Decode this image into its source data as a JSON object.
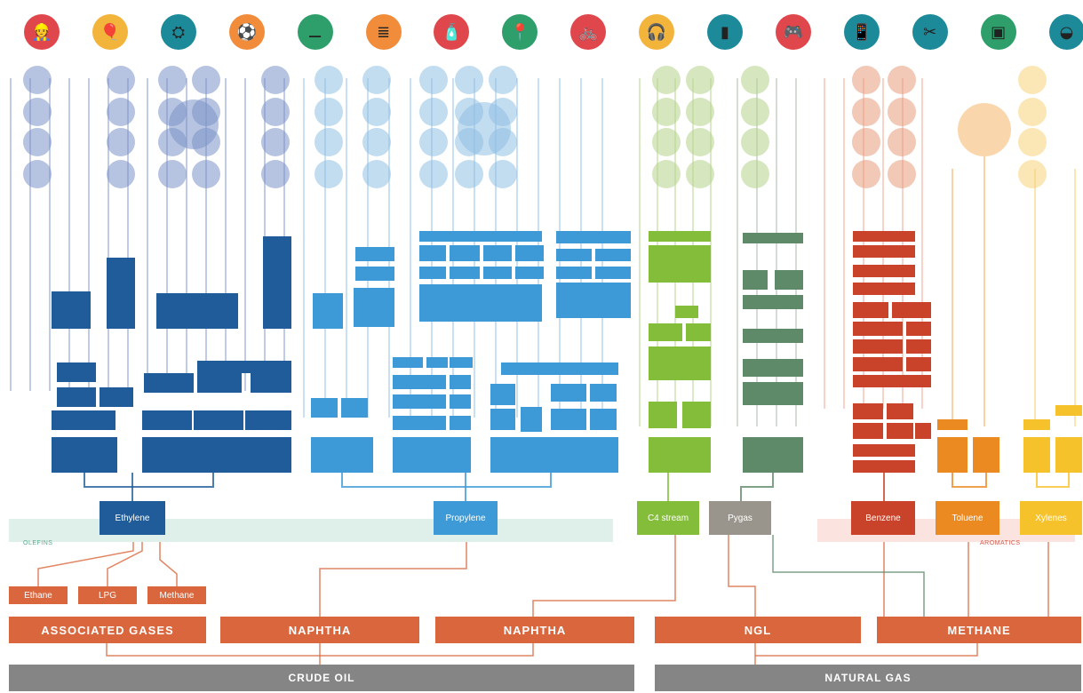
{
  "top_icons": [
    {
      "name": "worker-helmet-icon",
      "glyph": "👷",
      "bg": "#e0474c"
    },
    {
      "name": "balloons-icon",
      "glyph": "🎈",
      "bg": "#f3b43c"
    },
    {
      "name": "tires-icon",
      "glyph": "⛭",
      "bg": "#1d8a99"
    },
    {
      "name": "ball-icon",
      "glyph": "⚽",
      "bg": "#f08c3a"
    },
    {
      "name": "cable-icon",
      "glyph": "⚊",
      "bg": "#2e9e6a"
    },
    {
      "name": "stack-icon",
      "glyph": "≣",
      "bg": "#f08c3a"
    },
    {
      "name": "bottle-icon",
      "glyph": "🧴",
      "bg": "#e0474c"
    },
    {
      "name": "pin-icon",
      "glyph": "📍",
      "bg": "#2e9e6a"
    },
    {
      "name": "bicycle-icon",
      "glyph": "🚲",
      "bg": "#e0474c"
    },
    {
      "name": "headphones-icon",
      "glyph": "🎧",
      "bg": "#f3b43c"
    },
    {
      "name": "spray-icon",
      "glyph": "▮",
      "bg": "#1d8a99"
    },
    {
      "name": "gamepad-icon",
      "glyph": "🎮",
      "bg": "#e0474c"
    },
    {
      "name": "phone-icon",
      "glyph": "📱",
      "bg": "#1d8a99"
    },
    {
      "name": "tools-icon",
      "glyph": "✂",
      "bg": "#1d8a99"
    },
    {
      "name": "jar-icon",
      "glyph": "▣",
      "bg": "#2e9e6a"
    },
    {
      "name": "pot-icon",
      "glyph": "◒",
      "bg": "#1d8a99"
    }
  ],
  "hubs": {
    "ethylene": "Ethylene",
    "propylene": "Propylene",
    "c4_stream": "C4 stream",
    "pygas": "Pygas",
    "benzene": "Benzene",
    "toluene": "Toluene",
    "xylenes": "Xylenes"
  },
  "section_labels": {
    "olefins": "OLEFINS",
    "aromatics": "AROMATICS"
  },
  "sub_sources": {
    "ethane": "Ethane",
    "lpg": "LPG",
    "methane": "Methane"
  },
  "sources": {
    "associated_gases": "ASSOCIATED GASES",
    "naphtha_1": "NAPHTHA",
    "naphtha_2": "NAPHTHA",
    "ngl": "NGL",
    "methane": "METHANE"
  },
  "bases": {
    "crude_oil": "CRUDE OIL",
    "natural_gas": "NATURAL GAS"
  },
  "colors": {
    "olefins_dark": "#1f5c99",
    "olefins_light": "#3d9ad6",
    "c4": "#84bd3a",
    "pygas": "#9a958c",
    "gray_green": "#5e8a6a",
    "aromatics_red": "#c8432a",
    "aromatics_orange": "#ec8a22",
    "aromatics_yellow": "#f6c22c",
    "source_orange": "#d9663c",
    "base_gray": "#858585"
  }
}
